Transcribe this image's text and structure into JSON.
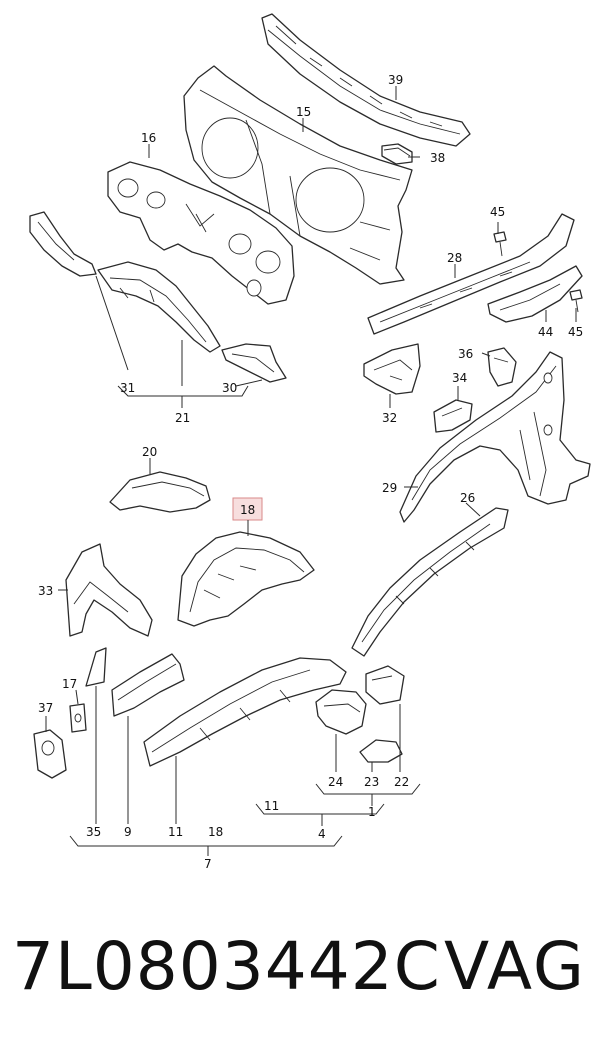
{
  "caption": {
    "part_number": "7L0803442C",
    "brand": "VAG"
  },
  "labels": {
    "p39": "39",
    "p38": "38",
    "p15": "15",
    "p16": "16",
    "p45a": "45",
    "p28": "28",
    "p44": "44",
    "p45b": "45",
    "p31": "31",
    "p21": "21",
    "p30": "30",
    "p36": "36",
    "p34": "34",
    "p32": "32",
    "p20": "20",
    "p18": "18",
    "p29": "29",
    "p26": "26",
    "p33": "33",
    "p17": "17",
    "p37": "37",
    "p24": "24",
    "p23": "23",
    "p22": "22",
    "p11a": "11",
    "p1": "1",
    "p4": "4",
    "p35": "35",
    "p9": "9",
    "p11b": "11",
    "p18b": "18",
    "p7": "7"
  },
  "colors": {
    "highlight_fill": "#f7dede",
    "highlight_stroke": "#d98a8a",
    "line": "#2b2b2b"
  }
}
